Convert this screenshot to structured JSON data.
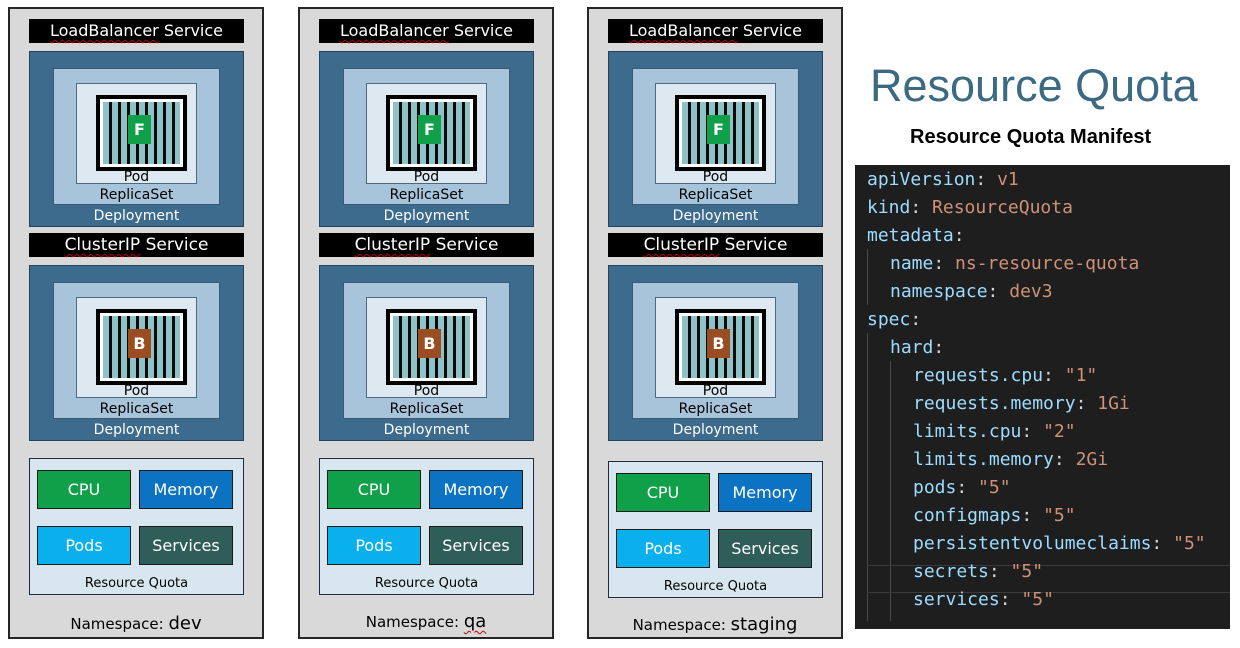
{
  "namespaces": [
    {
      "lb_service": "LoadBalancer",
      "lb_suffix": "Service",
      "frontend_badge": "F",
      "frontend_pod": "Pod",
      "frontend_replicaset": "ReplicaSet",
      "frontend_deployment": "Deployment",
      "cip_service": "ClusterIP",
      "cip_suffix": "Service",
      "backend_badge": "B",
      "backend_pod": "Pod",
      "backend_replicaset": "ReplicaSet",
      "backend_deployment": "Deployment",
      "quota": {
        "cpu": "CPU",
        "memory": "Memory",
        "pods": "Pods",
        "services": "Services",
        "label": "Resource Quota"
      },
      "ns_prefix": "Namespace:",
      "ns_value": "dev"
    },
    {
      "lb_service": "LoadBalancer",
      "lb_suffix": "Service",
      "frontend_badge": "F",
      "frontend_pod": "Pod",
      "frontend_replicaset": "ReplicaSet",
      "frontend_deployment": "Deployment",
      "cip_service": "ClusterIP",
      "cip_suffix": "Service",
      "backend_badge": "B",
      "backend_pod": "Pod",
      "backend_replicaset": "ReplicaSet",
      "backend_deployment": "Deployment",
      "quota": {
        "cpu": "CPU",
        "memory": "Memory",
        "pods": "Pods",
        "services": "Services",
        "label": "Resource Quota"
      },
      "ns_prefix": "Namespace:",
      "ns_value": "qa"
    },
    {
      "lb_service": "LoadBalancer",
      "lb_suffix": "Service",
      "frontend_badge": "F",
      "frontend_pod": "Pod",
      "frontend_replicaset": "ReplicaSet",
      "frontend_deployment": "Deployment",
      "cip_service": "ClusterIP",
      "cip_suffix": "Service",
      "backend_badge": "B",
      "backend_pod": "Pod",
      "backend_replicaset": "ReplicaSet",
      "backend_deployment": "Deployment",
      "quota": {
        "cpu": "CPU",
        "memory": "Memory",
        "pods": "Pods",
        "services": "Services",
        "label": "Resource Quota"
      },
      "ns_prefix": "Namespace:",
      "ns_value": "staging"
    }
  ],
  "title": "Resource Quota",
  "subtitle": "Resource Quota Manifest",
  "manifest": [
    {
      "key": "apiVersion",
      "sep": ": ",
      "value": "v1",
      "vtype": "s"
    },
    {
      "key": "kind",
      "sep": ": ",
      "value": "ResourceQuota",
      "vtype": "s"
    },
    {
      "key": "metadata",
      "sep": ":",
      "value": "",
      "vtype": "s"
    },
    {
      "key": "name",
      "sep": ": ",
      "value": "ns-resource-quota",
      "vtype": "s"
    },
    {
      "key": "namespace",
      "sep": ": ",
      "value": "dev3",
      "vtype": "s"
    },
    {
      "key": "spec",
      "sep": ":",
      "value": "",
      "vtype": "s"
    },
    {
      "key": "hard",
      "sep": ":",
      "value": "",
      "vtype": "s"
    },
    {
      "key": "requests.cpu",
      "sep": ": ",
      "value": "\"1\"",
      "vtype": "s"
    },
    {
      "key": "requests.memory",
      "sep": ": ",
      "value": "1Gi",
      "vtype": "s"
    },
    {
      "key": "limits.cpu",
      "sep": ": ",
      "value": "\"2\"",
      "vtype": "s"
    },
    {
      "key": "limits.memory",
      "sep": ": ",
      "value": "2Gi",
      "vtype": "s"
    },
    {
      "key": "pods",
      "sep": ": ",
      "value": "\"5\"",
      "vtype": "s"
    },
    {
      "key": "configmaps",
      "sep": ": ",
      "value": "\"5\"",
      "vtype": "s"
    },
    {
      "key": "persistentvolumeclaims",
      "sep": ": ",
      "value": "\"5\"",
      "vtype": "s"
    },
    {
      "key": "secrets",
      "sep": ": ",
      "value": "\"5\"",
      "vtype": "s"
    },
    {
      "key": "services",
      "sep": ": ",
      "value": "\"5\"",
      "vtype": "s"
    }
  ],
  "colors": {
    "deployment": "#3c6b8e",
    "replicaset": "#a8c4da",
    "frontend_badge": "#10a04a",
    "backend_badge": "#9b4d22",
    "cpu": "#10a04a",
    "memory": "#0c72c2",
    "pods": "#0ab0ee",
    "services": "#2f5d5a",
    "title": "#3c6a82",
    "code_bg": "#1e1e1e",
    "code_key": "#9cdcfe",
    "code_value": "#ce9178"
  }
}
